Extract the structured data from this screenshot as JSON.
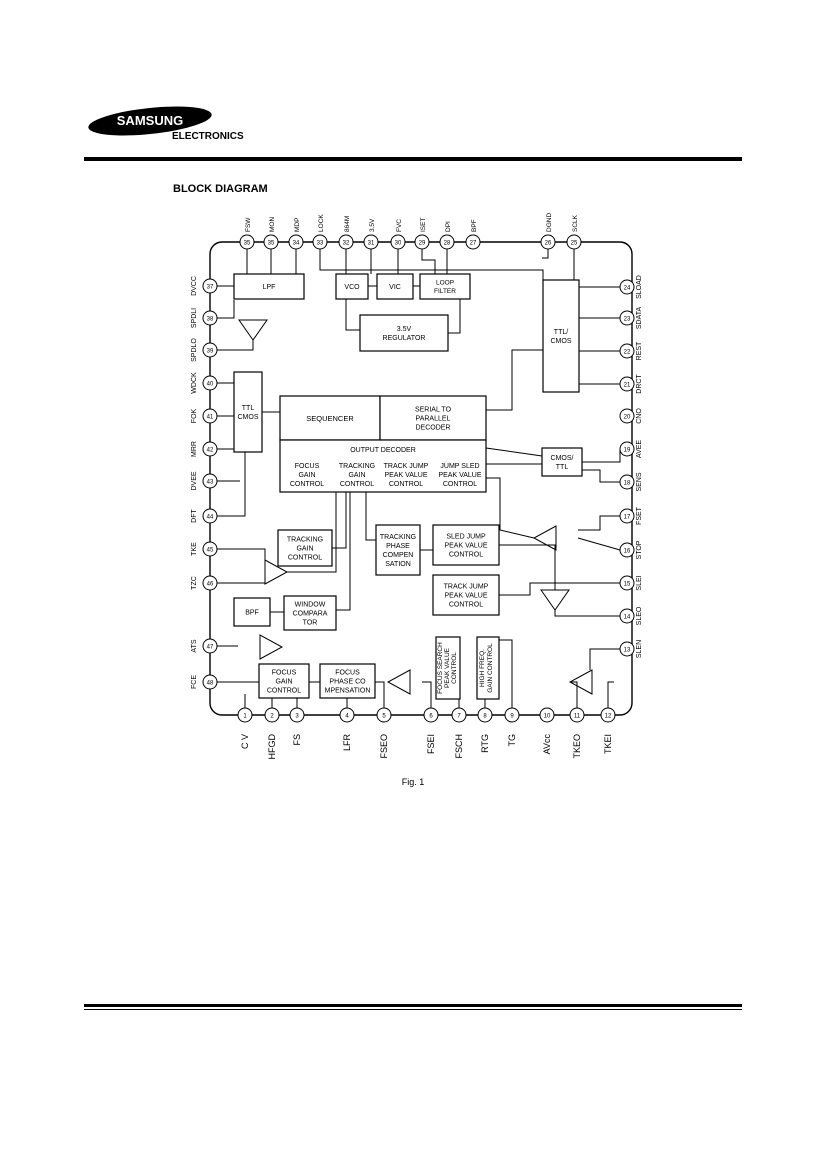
{
  "header": {
    "brand": "SAMSUNG",
    "division": "ELECTRONICS"
  },
  "section_title": "BLOCK DIAGRAM",
  "figure_caption": "Fig. 1",
  "top_pins": [
    {
      "num": "35",
      "name": "FSW"
    },
    {
      "num": "35",
      "name": "MON"
    },
    {
      "num": "34",
      "name": "MDP"
    },
    {
      "num": "33",
      "name": "LOCK"
    },
    {
      "num": "32",
      "name": "864M"
    },
    {
      "num": "31",
      "name": "3.5V"
    },
    {
      "num": "30",
      "name": "FVC"
    },
    {
      "num": "29",
      "name": "ISET"
    },
    {
      "num": "28",
      "name": "DPI"
    },
    {
      "num": "27",
      "name": "BPF"
    },
    {
      "num": "26",
      "name": "DGND"
    },
    {
      "num": "25",
      "name": "SCLK"
    }
  ],
  "left_pins": [
    {
      "num": "37",
      "name": "DVCC"
    },
    {
      "num": "38",
      "name": "SPDLI"
    },
    {
      "num": "39",
      "name": "SPDLO"
    },
    {
      "num": "40",
      "name": "WDCK"
    },
    {
      "num": "41",
      "name": "FOK"
    },
    {
      "num": "42",
      "name": "MRR"
    },
    {
      "num": "43",
      "name": "DVEE"
    },
    {
      "num": "44",
      "name": "DFT"
    },
    {
      "num": "45",
      "name": "TKE"
    },
    {
      "num": "46",
      "name": "TZC"
    },
    {
      "num": "47",
      "name": "ATS"
    },
    {
      "num": "48",
      "name": "FCE"
    }
  ],
  "right_pins": [
    {
      "num": "24",
      "name": "SLOAD"
    },
    {
      "num": "23",
      "name": "SDATA"
    },
    {
      "num": "22",
      "name": "REST"
    },
    {
      "num": "21",
      "name": "DRCT"
    },
    {
      "num": "20",
      "name": "CNO"
    },
    {
      "num": "19",
      "name": "AVEE"
    },
    {
      "num": "18",
      "name": "SENS"
    },
    {
      "num": "17",
      "name": "FSET"
    },
    {
      "num": "16",
      "name": "STOP"
    },
    {
      "num": "15",
      "name": "SLEI"
    },
    {
      "num": "14",
      "name": "SLEO"
    },
    {
      "num": "13",
      "name": "SLEN"
    }
  ],
  "bottom_pins": [
    {
      "num": "1",
      "name": "C V"
    },
    {
      "num": "2",
      "name": "HFGD"
    },
    {
      "num": "3",
      "name": "FS"
    },
    {
      "num": "4",
      "name": "LFR"
    },
    {
      "num": "5",
      "name": "FSEO"
    },
    {
      "num": "6",
      "name": "FSEI"
    },
    {
      "num": "7",
      "name": "FSCH"
    },
    {
      "num": "8",
      "name": "RTG"
    },
    {
      "num": "9",
      "name": "TG"
    },
    {
      "num": "10",
      "name": "AVcc"
    },
    {
      "num": "11",
      "name": "TKEO"
    },
    {
      "num": "12",
      "name": "TKEI"
    }
  ],
  "blocks": {
    "lpf": "LPF",
    "vco": "VCO",
    "vic": "VIC",
    "loop_filter": [
      "LOOP",
      "FILTER"
    ],
    "regulator": [
      "3.5V",
      "REGULATOR"
    ],
    "ttl_cmos_right": [
      "TTL/",
      "CMOS"
    ],
    "ttl_cmos_left": [
      "TTL",
      "CMOS"
    ],
    "sequencer": "SEQUENCER",
    "serial_to_parallel": [
      "SERIAL TO",
      "PARALLEL",
      "DECODER"
    ],
    "output_decoder": "OUTPUT DECODER",
    "focus_gain": [
      "FOCUS",
      "GAIN",
      "CONTROL"
    ],
    "tracking_gain": [
      "TRACKING",
      "GAIN",
      "CONTROL"
    ],
    "track_jump": [
      "TRACK JUMP",
      "PEAK VALUE",
      "CONTROL"
    ],
    "jump_sled": [
      "JUMP SLED",
      "PEAK VALUE",
      "CONTROL"
    ],
    "cmos_ttl": [
      "CMOS/",
      "TTL"
    ],
    "tracking_gain_control": [
      "TRACKING",
      "GAIN",
      "CONTROL"
    ],
    "tracking_phase": [
      "TRACKING",
      "PHASE",
      "COMPEN",
      "SATION"
    ],
    "sled_jump": [
      "SLED JUMP",
      "PEAK VALUE",
      "CONTROL"
    ],
    "track_jump_2": [
      "TRACK JUMP",
      "PEAK VALUE",
      "CONTROL"
    ],
    "bpf": "BPF",
    "window_comparator": [
      "WINDOW",
      "COMPARA",
      "TOR"
    ],
    "focus_gain_control": [
      "FOCUS",
      "GAIN",
      "CONTROL"
    ],
    "focus_phase": [
      "FOCUS",
      "PHASE CO",
      "MPENSATION"
    ],
    "focus_search": [
      "FOCUS SEARCH",
      "PEAK VALUE",
      "CONTROL"
    ],
    "high_freq": [
      "HIGH FREQ.",
      "GAIN CONTROL"
    ]
  }
}
